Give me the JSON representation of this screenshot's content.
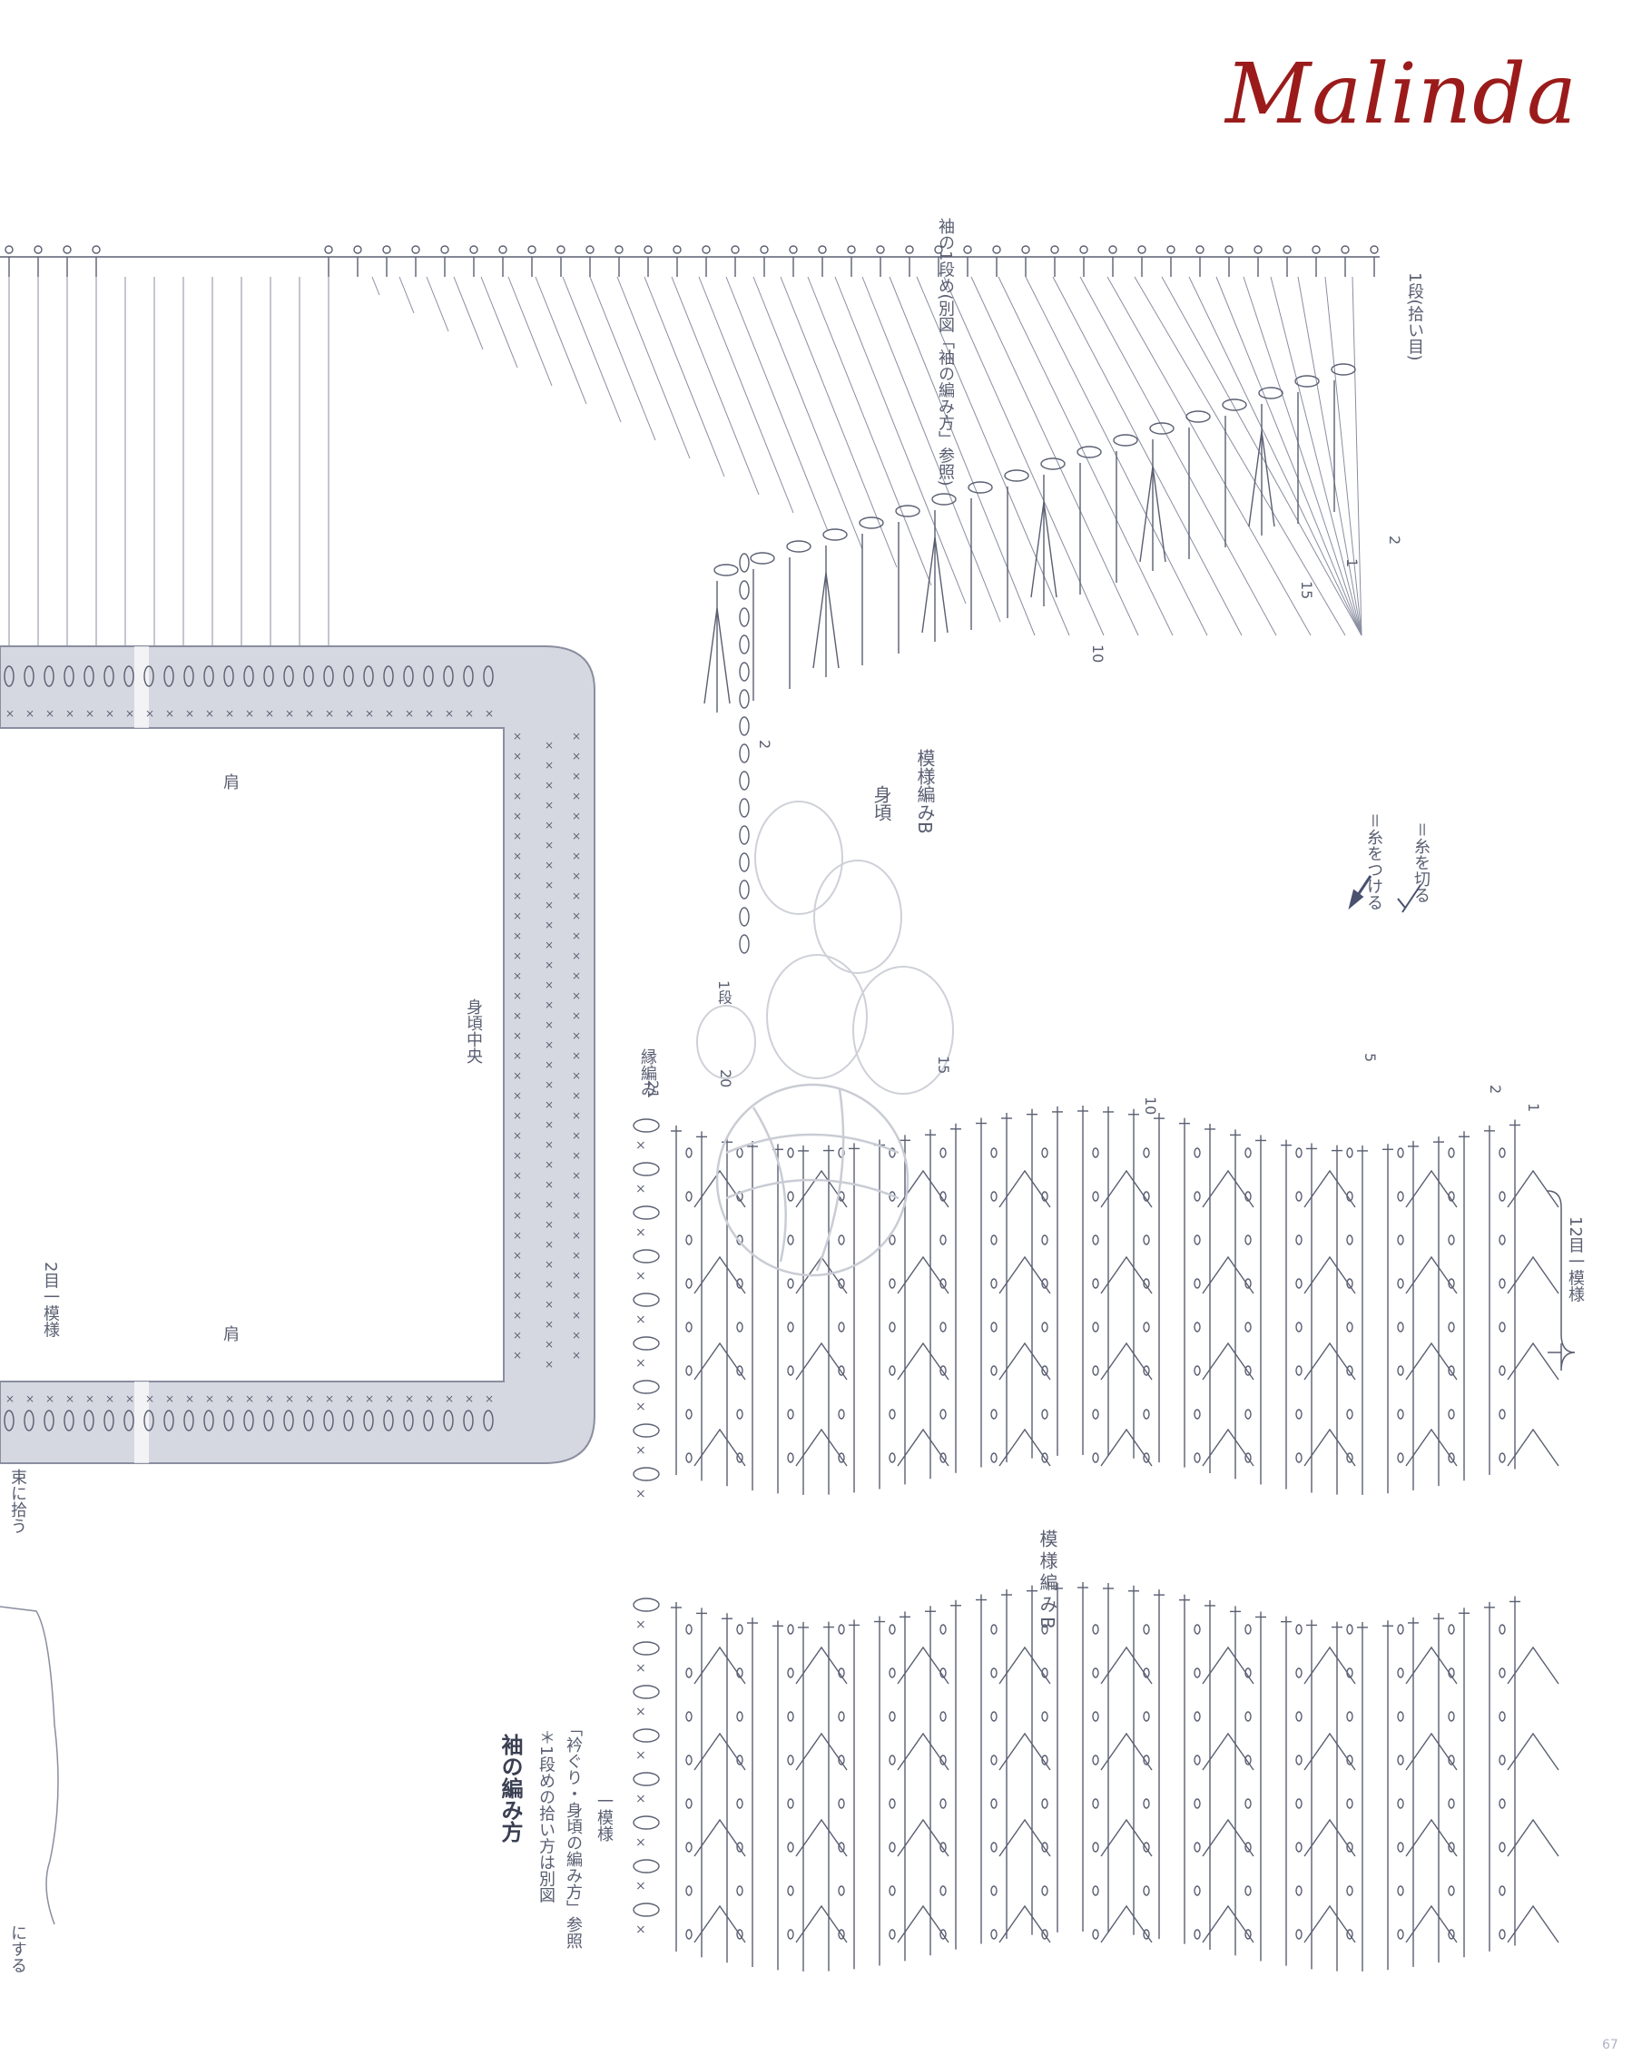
{
  "brand": {
    "title": "Malinda",
    "accent": "#9b1b1b",
    "line_color": "#5a5f72",
    "band_color": "#d5d8e0"
  },
  "labels": {
    "sleeve_row1": "袖の1段め(別図「袖の編み方」参照)",
    "row1_pickup": "1段(拾い目)",
    "body": "身頃",
    "pattern_b": "模様編みB",
    "attach_yarn": "＝糸をつける",
    "cut_yarn": "＝糸を切る",
    "shoulder_top": "肩",
    "shoulder_bottom": "肩",
    "body_center": "身頃中央",
    "two_st_repeat": "2目一模様",
    "edge_pickup": "束に拾う",
    "row1_small": "1段",
    "border": "縁編み",
    "repeat_12": "12目一模様",
    "pattern_b_center": "模様編みB",
    "sleeve_method": "袖の編み方",
    "note1": "＊1段めの拾い方は別図",
    "note2": "「衿ぐり・身頃の編み方」参照",
    "one_repeat": "一模様",
    "make_left": "にする",
    "page_number": "67"
  },
  "row_numbers": {
    "top": [
      "15",
      "10",
      "2",
      "1",
      "2"
    ],
    "mid": [
      "21",
      "20",
      "15",
      "10",
      "5",
      "2",
      "1"
    ]
  },
  "icons": [
    "attach-yarn-icon",
    "cut-yarn-icon",
    "cactus-watermark-icon",
    "yarn-ball-watermark-icon"
  ]
}
